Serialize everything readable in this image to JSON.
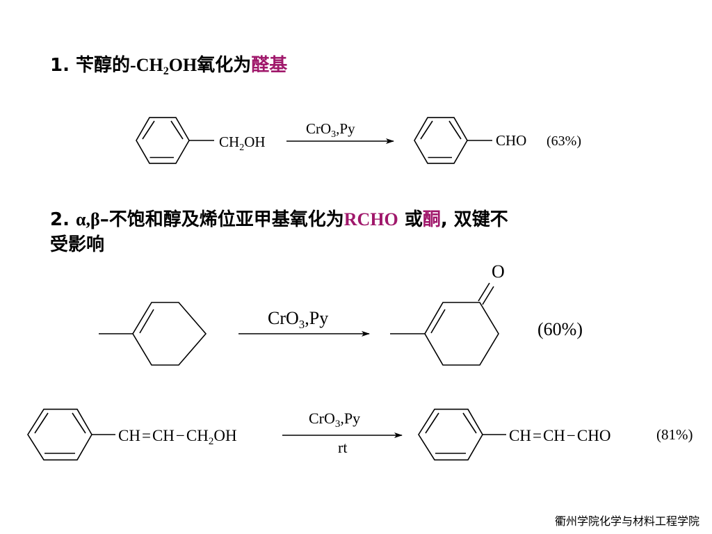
{
  "section1": {
    "num": "1.",
    "text_a": "苄醇的",
    "group_pre": "-CH",
    "group_sub": "2",
    "group_post": "OH",
    "text_b": "氧化为",
    "highlight": "醛基"
  },
  "section2": {
    "num": "2.",
    "greek": "α,β",
    "text_a": "–不饱和醇及烯位亚甲基氧化为",
    "highlight1": "RCHO",
    "text_b": " 或",
    "highlight2": "酮",
    "text_c": ", 双键不",
    "line2": "受影响"
  },
  "reaction1": {
    "sm_pre": "CH",
    "sm_sub": "2",
    "sm_post": "OH",
    "reagent_pre": "CrO",
    "reagent_sub": "3",
    "reagent_post": ",Py",
    "product": "CHO",
    "yield": "(63%)"
  },
  "reaction2": {
    "reagent_pre": "CrO",
    "reagent_sub": "3",
    "reagent_post": ",Py",
    "carbonyl_o": "O",
    "yield": "(60%)"
  },
  "reaction3": {
    "sm_a": "CH",
    "sm_b": "CH",
    "sm_c_pre": "CH",
    "sm_c_sub": "2",
    "sm_c_post": "OH",
    "bond_double": "=",
    "bond_single": "−",
    "reagent_pre": "CrO",
    "reagent_sub": "3",
    "reagent_post": ",Py",
    "condition": "rt",
    "pr_a": "CH",
    "pr_b": "CH",
    "pr_c": "CHO",
    "yield": "(81%)"
  },
  "footer": "衢州学院化学与材料工程学院",
  "colors": {
    "highlight": "#a0186b",
    "text": "#000000",
    "background": "#ffffff"
  }
}
